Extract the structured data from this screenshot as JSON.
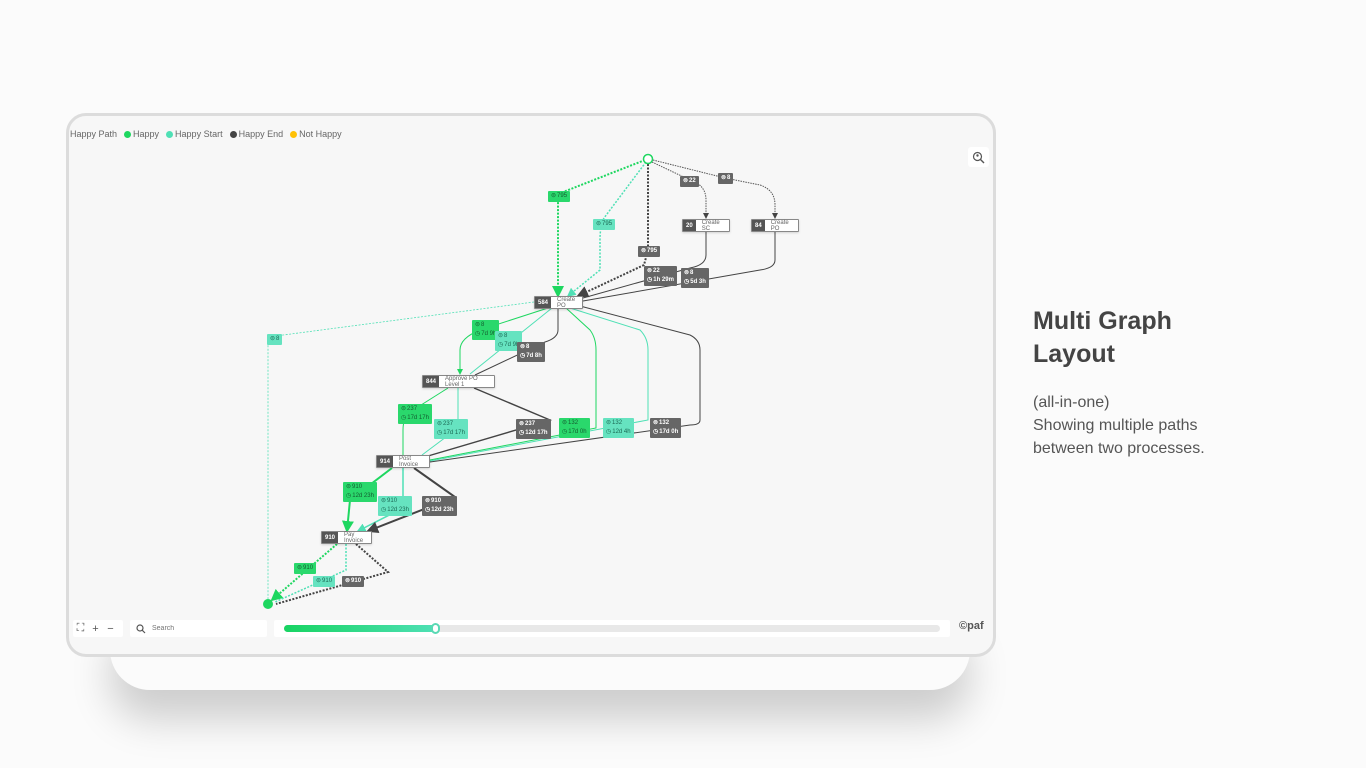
{
  "legend": {
    "title": "Happy Path",
    "items": [
      {
        "label": "Happy",
        "color": "#1ed760"
      },
      {
        "label": "Happy Start",
        "color": "#4fe0b5"
      },
      {
        "label": "Happy End",
        "color": "#444444"
      },
      {
        "label": "Not Happy",
        "color": "#ffc107"
      }
    ]
  },
  "nodes": {
    "create_sc": {
      "count": "20",
      "name": "Create SC"
    },
    "create_po_alt": {
      "count": "84",
      "name": "Create PO"
    },
    "create_po": {
      "count": "584",
      "name": "Create PO"
    },
    "approve": {
      "count": "844",
      "name": "Approve PO Level 1"
    },
    "post_invoice": {
      "count": "914",
      "name": "Post Invoice"
    },
    "pay_invoice": {
      "count": "910",
      "name": "Pay Invoice"
    }
  },
  "edges": {
    "e1": {
      "count": "795"
    },
    "e2": {
      "count": "795"
    },
    "e3": {
      "count": "795"
    },
    "e4": {
      "count": "22"
    },
    "e5": {
      "count": "8"
    },
    "e6": {
      "count": "22",
      "time": "1h 29m"
    },
    "e7": {
      "count": "8",
      "time": "5d 3h"
    },
    "e8": {
      "count": "8"
    },
    "e9": {
      "count": "8",
      "time": "7d 9h"
    },
    "e10": {
      "count": "8",
      "time": "7d 9h"
    },
    "e11": {
      "count": "8",
      "time": "7d 8h"
    },
    "e12": {
      "count": "237",
      "time": "17d 17h"
    },
    "e13": {
      "count": "237",
      "time": "17d 17h"
    },
    "e14": {
      "count": "237",
      "time": "12d 17h"
    },
    "e15": {
      "count": "132",
      "time": "17d 0h"
    },
    "e16": {
      "count": "132",
      "time": "12d 4h"
    },
    "e17": {
      "count": "132",
      "time": "17d 0h"
    },
    "e18": {
      "count": "910",
      "time": "12d 23h"
    },
    "e19": {
      "count": "910",
      "time": "12d 23h"
    },
    "e20": {
      "count": "910",
      "time": "12d 23h"
    },
    "e21": {
      "count": "910"
    },
    "e22": {
      "count": "910"
    },
    "e23": {
      "count": "910"
    }
  },
  "toolbar": {
    "search_placeholder": "Search",
    "progress_percent": 23,
    "brand": "©paf"
  },
  "side": {
    "title_line1": "Multi Graph",
    "title_line2": "Layout",
    "sub1": "(all-in-one)",
    "sub2": "Showing multiple paths",
    "sub3": "between two processes."
  }
}
